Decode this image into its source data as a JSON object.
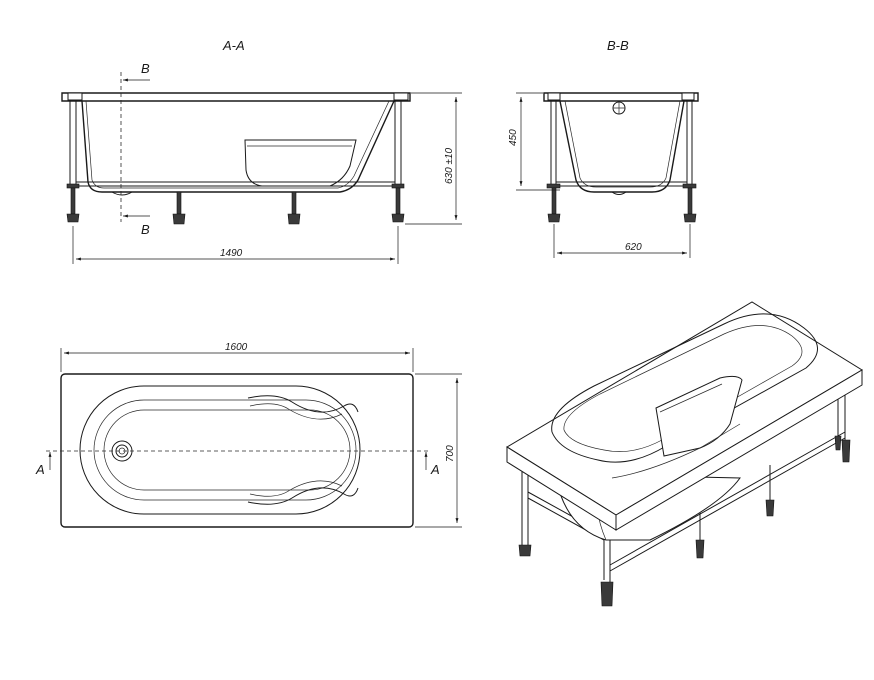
{
  "views": {
    "section_a": {
      "title": "A-A",
      "cut_marker": "B",
      "width_label": "1490",
      "height_label": "630 ±10"
    },
    "section_b": {
      "title": "B-B",
      "height_label": "450",
      "width_label": "620"
    },
    "top_view": {
      "length_label": "1600",
      "width_label": "700",
      "cut_marker": "A"
    }
  }
}
